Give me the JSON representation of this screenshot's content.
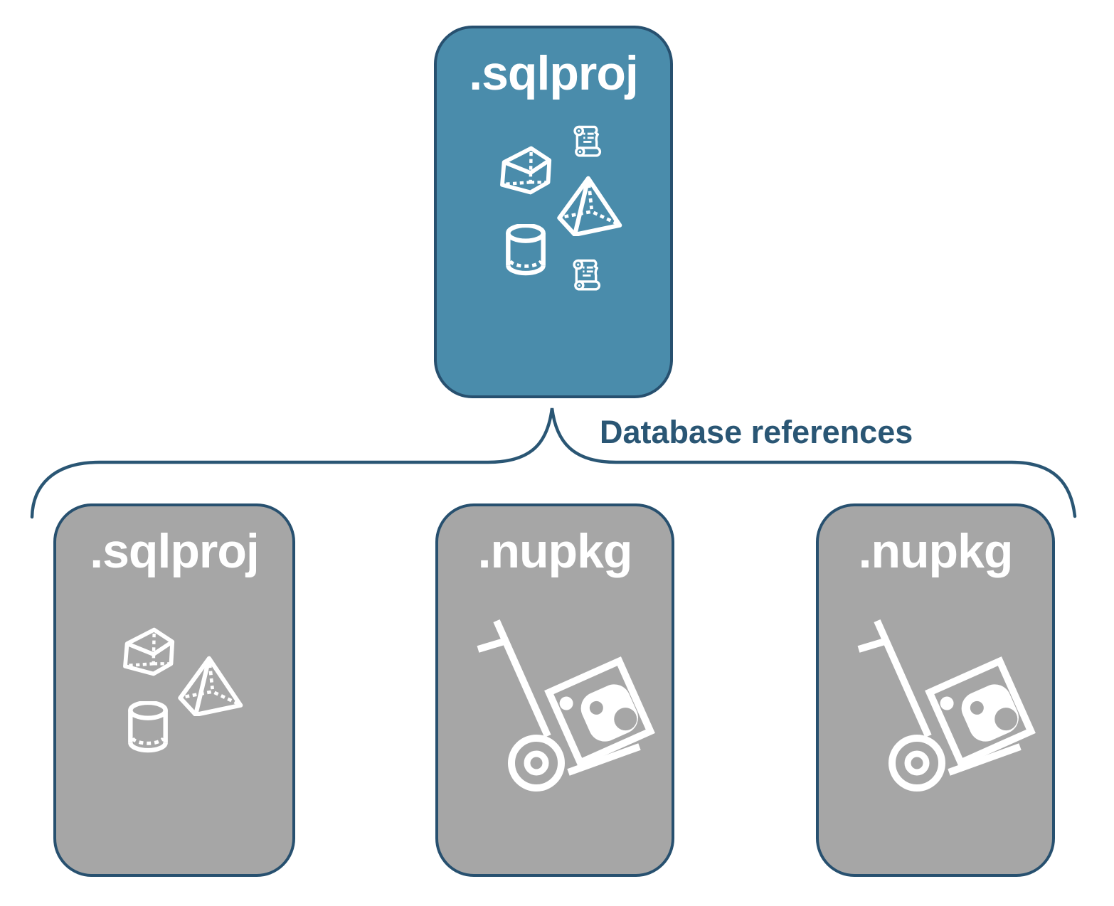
{
  "connector": {
    "label": "Database references"
  },
  "nodes": {
    "parent": {
      "label": ".sqlproj",
      "icons": [
        "cube",
        "script-scroll",
        "pyramid",
        "cylinder",
        "script-scroll"
      ]
    },
    "ref_sqlproj": {
      "label": ".sqlproj",
      "icons": [
        "cube",
        "pyramid",
        "cylinder"
      ]
    },
    "ref_nupkg_1": {
      "label": ".nupkg",
      "icons": [
        "package-dolly"
      ]
    },
    "ref_nupkg_2": {
      "label": ".nupkg",
      "icons": [
        "package-dolly"
      ]
    }
  },
  "colors": {
    "parent_fill": "#4A8CAB",
    "reference_fill": "#A6A6A6",
    "node_border": "#27506F",
    "connector_color": "#2A5674",
    "node_label_color": "#FFFFFF",
    "icon_color": "#FFFFFF"
  }
}
